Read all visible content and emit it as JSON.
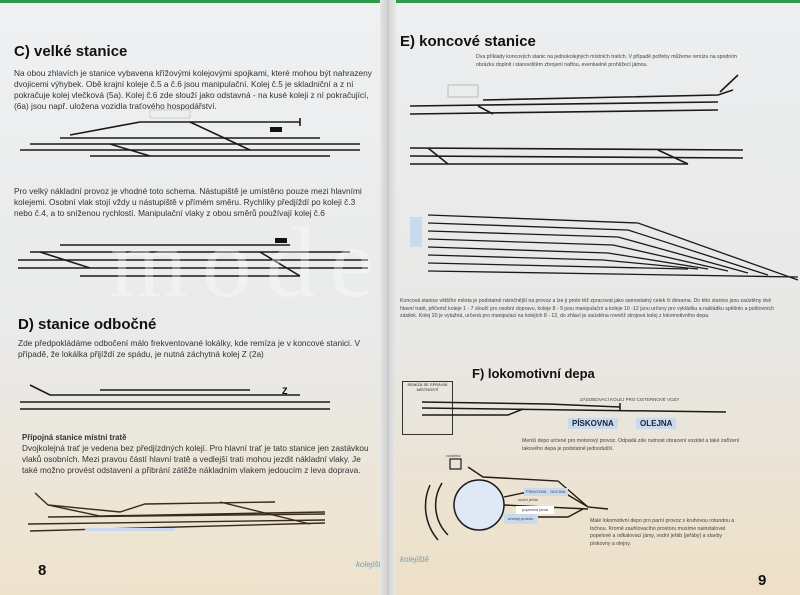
{
  "left_page": {
    "section_c": {
      "title": "C)  velké stanice",
      "para1": "Na obou zhlavích je stanice vybavena křížovými kolejovými spojkami, které mohou být nahrazeny dvojicemi výhybek. Obě krajní koleje č.5 a č.6 jsou manipulační. Kolej č.5 je skladniční a z ní pokračuje kolej vlečková (5a). Kolej č.6 zde slouží jako odstavná - na kusé koleji z ní pokračující, (6a) jsou např. uložena vozidla traťového hospodářství.",
      "para2": "Pro velký nákladní provoz je vhodné toto schema. Nástupiště je umístěno pouze mezi hlavními kolejemi. Osobní vlak stojí vždy u nástupiště v přímém směru. Rychlíky předjíždí po koleji č.3 nebo č.4, a to sníženou rychlostí. Manipulační vlaky z obou směrů používají kolej č.6"
    },
    "section_d": {
      "title": "D)  stanice odbočné",
      "para1": "Zde předpokládáme odbočení málo frekventované lokálky, kde remíza je v koncové stanici. V případě, že lokálka přijíždí ze spádu, je nutná záchytná kolej Z (2a)",
      "para2_title": "Přípojná stanice místní tratě",
      "para2": "Dvojkolejná trať je vedena bez předjízdných kolejí. Pro hlavní trať je tato stanice jen zastávkou vlaků osobních. Mezi pravou částí hlavní tratě a vedlejší trati mohou jezdit nákladní vlaky. Je také možno provést odstavení a přibrání zátěže nákladním vlakem jedoucím z leva doprava.",
      "z_label": "Z"
    },
    "page_number": "8",
    "brand": "kolejiště"
  },
  "right_page": {
    "section_e": {
      "title": "E) koncové stanice",
      "para1": "Dva příklady koncových stanic na jednokolejných místních tratích. V případě potřeby můžeme remízu na spodním obrázku doplnit i stanovištěm zbrojení naftou, eventuelně prohlížecí jámou.",
      "para2": "Koncová stanice většího města je podstatně náročnější na provoz a lze ji proto též zpracovat jako samostatný celek či diorama. Do této stanice jsou zaústěny dvě hlavní tratě, přičemž koleje 1 - 7 slouží pro osobní dopravu, koleje 8 - 9 jsou manipulační a koleje 10 -12 jsou určeny pro vykládku a nakládku spěšnin a poštovních zásilek. Kolej 20 je vytažná, určená pro manipulaci na kolejích 8 - 12, do zhlaví je zaústěna rovněž strojová kolej z lokomotivního depa."
    },
    "section_f": {
      "title": "F) lokomotivní depa",
      "remiza_label": "REMÍZA SE SPRÁVNÍ MÍSTNOSTÍ",
      "siding_label": "ZÁSOBOVACÍ KOLEJ PRO CISTERNOVÉ VOZY",
      "tag_piskovna": "PÍSKOVNA",
      "tag_olejna": "OLEJNA",
      "para1": "Menší depo určené pro motorový provoz. Odpadá zde nutnost obracení vozidel a také zařízení takového depa je podstatně jednodušší.",
      "vodarna_label": "vodárna",
      "small_piskovna": "PÍSKOVNA",
      "small_olejna": "OLEJNA",
      "vodni_jerab": "vodní jeřáb",
      "struskova": "popelová jáma",
      "uhelna": "uhelný prostor",
      "para2": "Malé lokomotivní depo pro parní provoz s kruhovou rotundou a točnou. Kromě zauhlovacího prostoru musíme nainstalovat popelové a odkalovací jámy, vodní jeřáb (jeřáby) a stavby pískovny a olejny."
    },
    "page_number": "9",
    "brand": "kolejiště"
  },
  "watermark": "modelář",
  "colors": {
    "accent_green": "#2f9a4a",
    "track": "#1a1a1a",
    "platform": "#c9d9ee"
  }
}
